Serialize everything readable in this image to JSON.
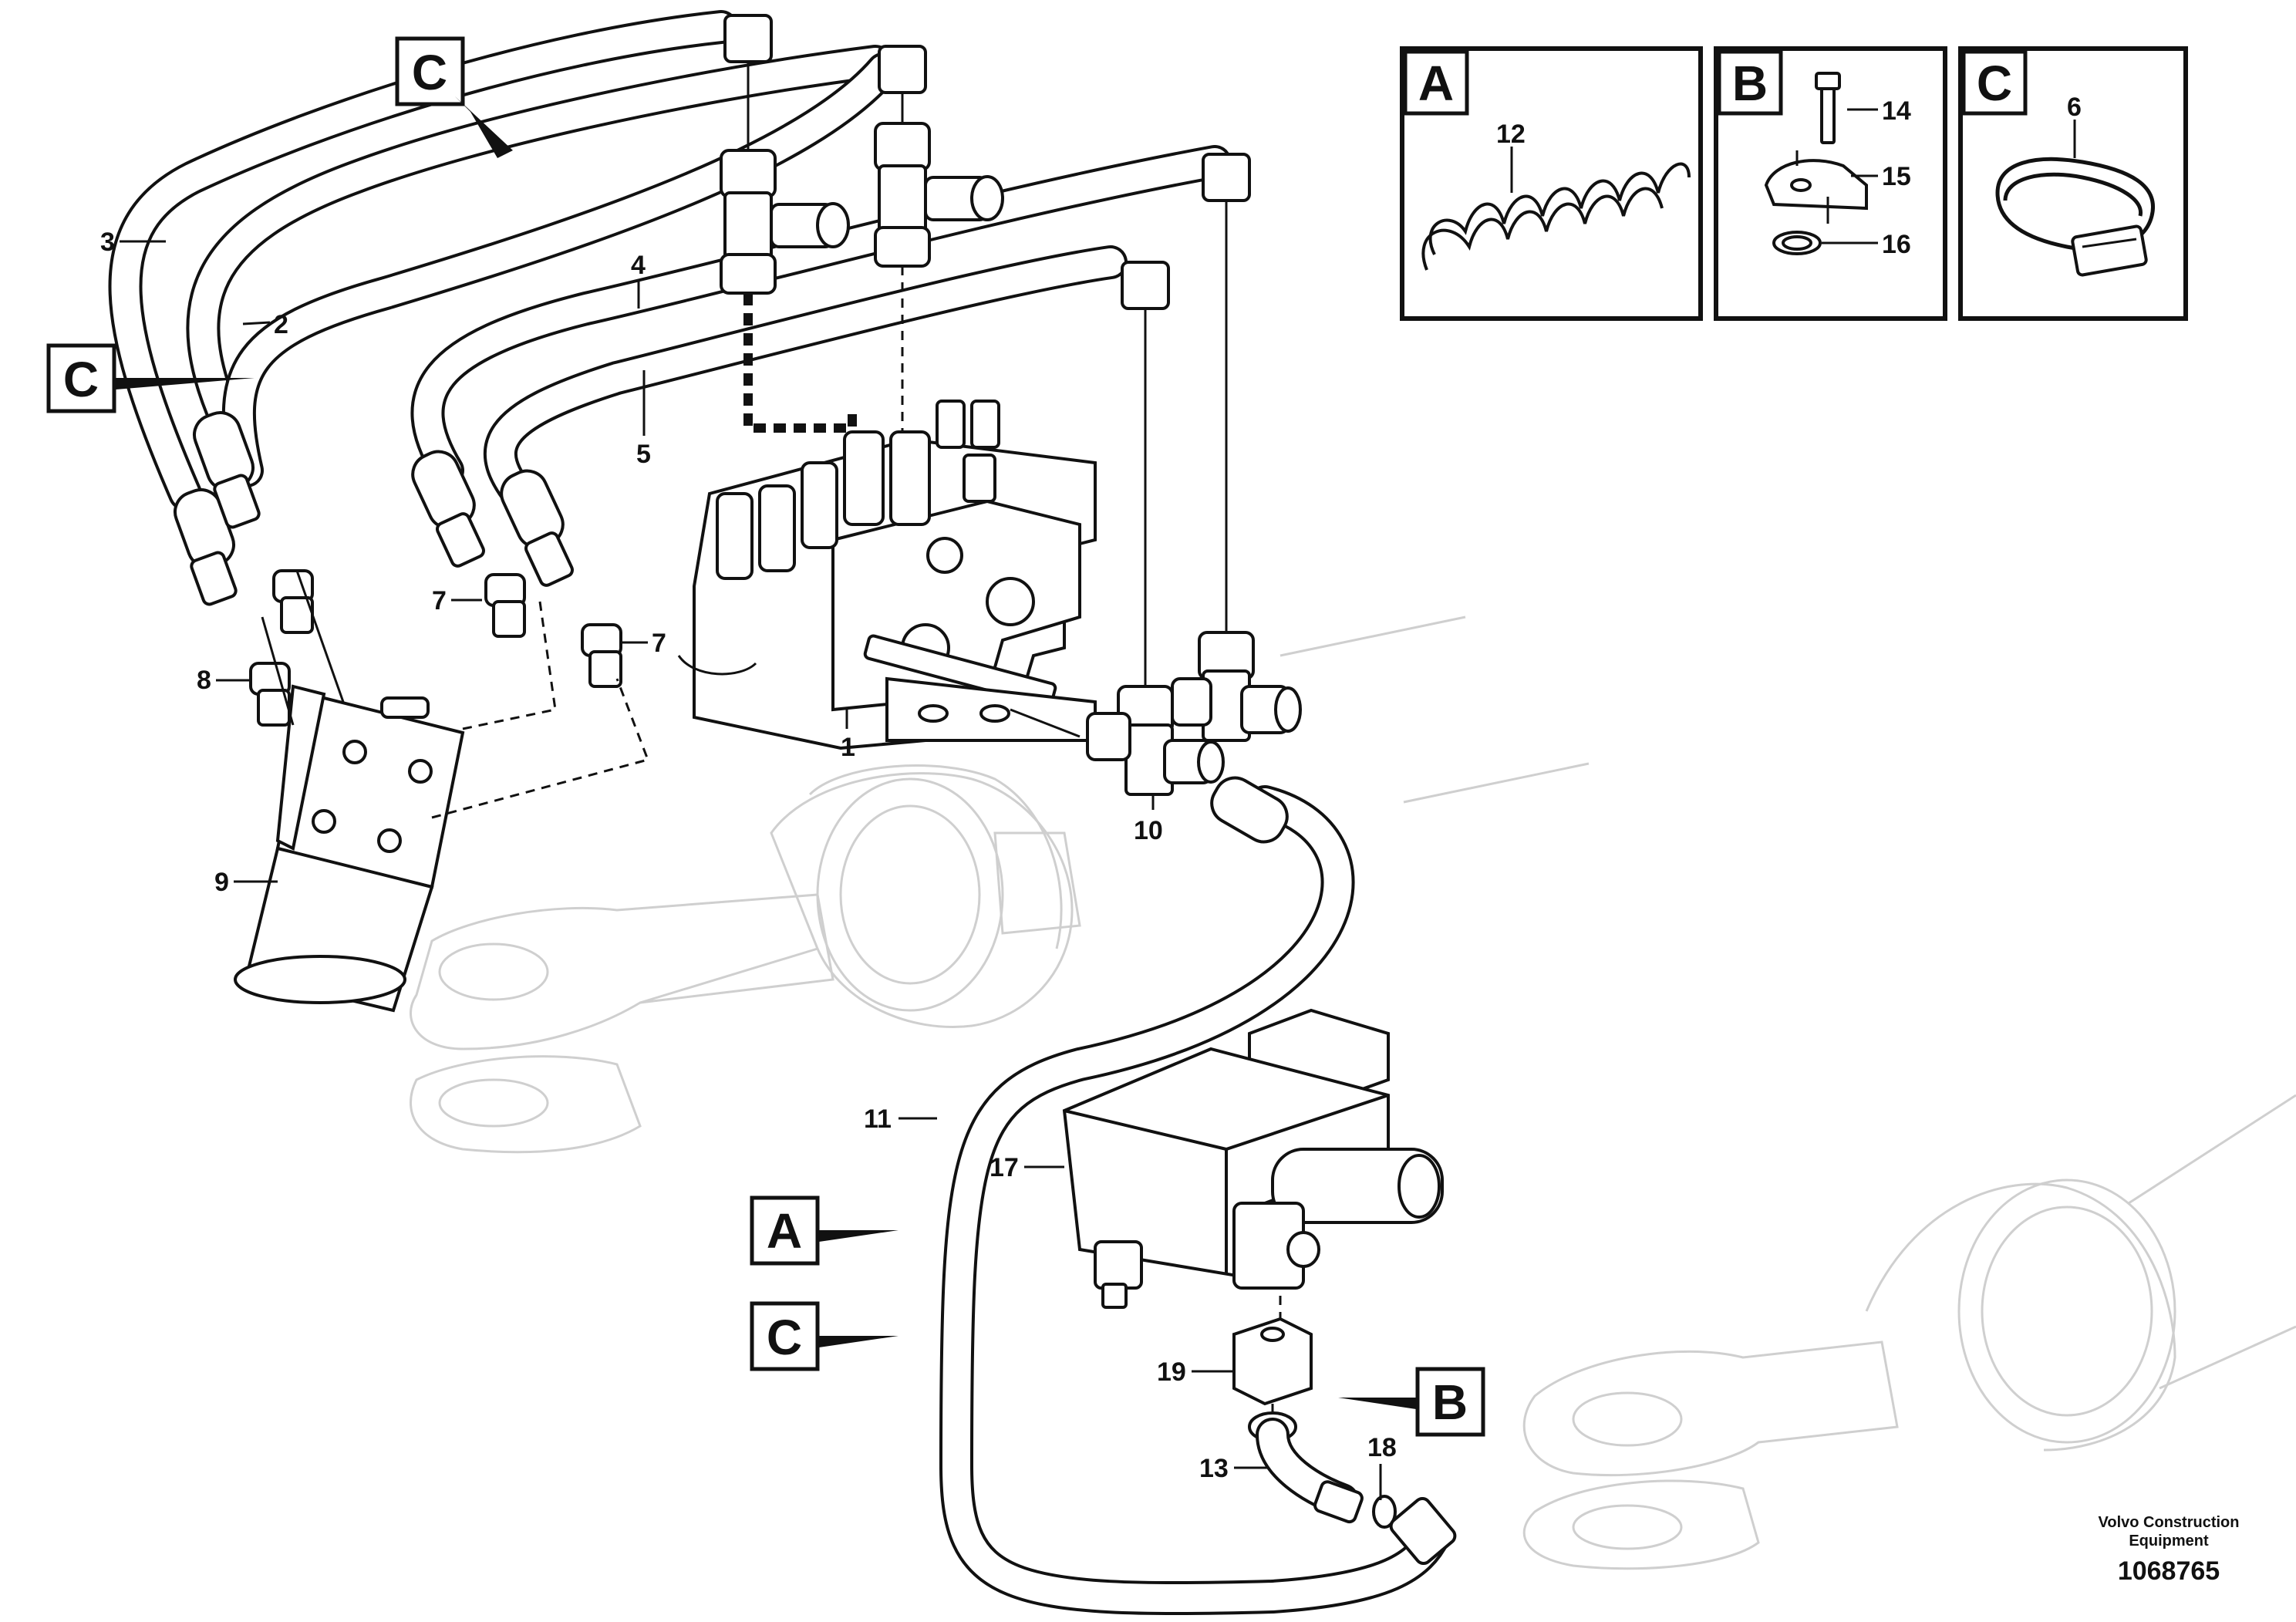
{
  "part_labels": {
    "p1": "1",
    "p2": "2",
    "p3": "3",
    "p4": "4",
    "p5": "5",
    "p6": "6",
    "p7a": "7",
    "p7b": "7",
    "p8": "8",
    "p9": "9",
    "p10": "10",
    "p11": "11",
    "p12": "12",
    "p13": "13",
    "p14": "14",
    "p15": "15",
    "p16": "16",
    "p17": "17",
    "p18": "18",
    "p19": "19"
  },
  "detail_boxes": {
    "a": "A",
    "b": "B",
    "c": "C"
  },
  "callouts": {
    "c_top": "C",
    "c_left": "C",
    "a_mid": "A",
    "c_mid": "C",
    "b_right": "B"
  },
  "footer": {
    "brand_line1": "Volvo Construction",
    "brand_line2": "Equipment",
    "doc_number": "1068765"
  },
  "colors": {
    "line": "#111111",
    "ghost": "#cfcfcf",
    "background": "#ffffff"
  }
}
